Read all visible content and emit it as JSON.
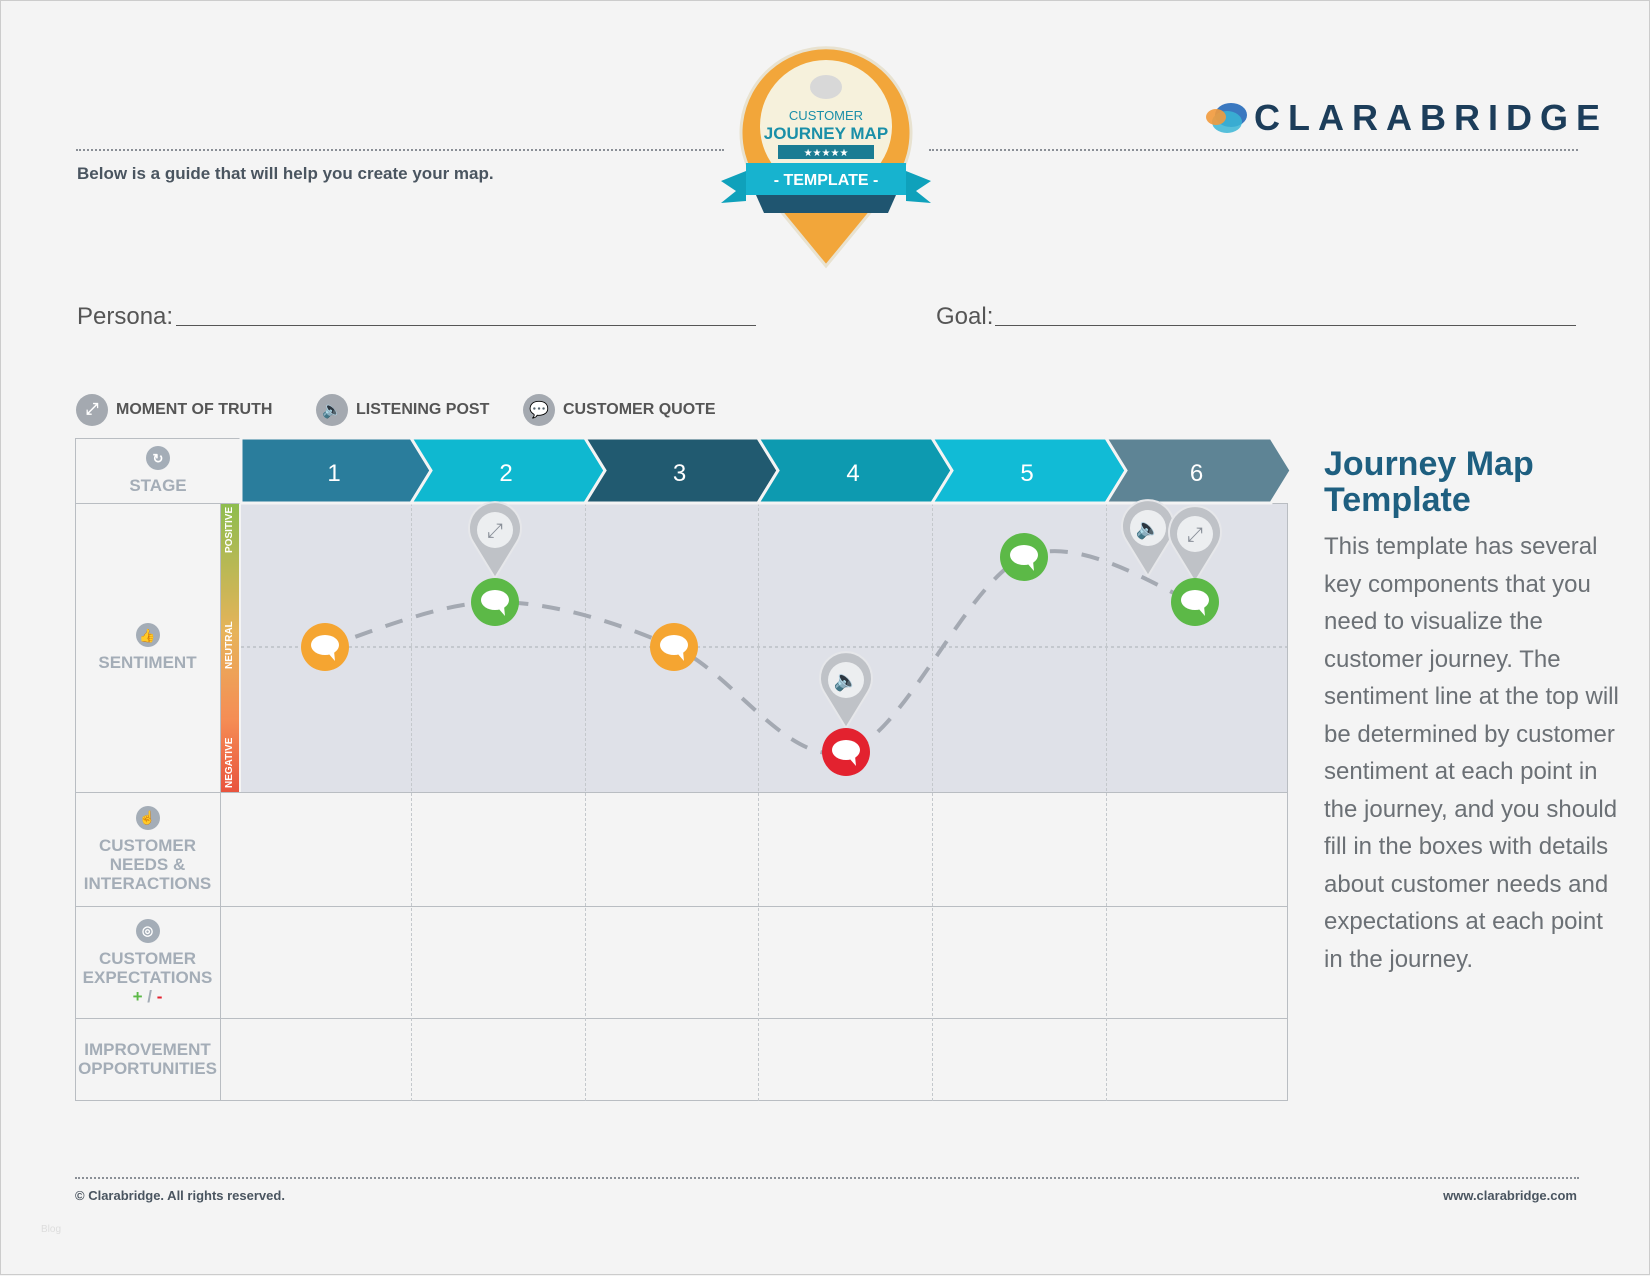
{
  "header": {
    "subtitle": "Below is a guide that will help you create your map.",
    "badge": {
      "line1": "CUSTOMER",
      "line2": "JOURNEY MAP",
      "stars": "★★★★★",
      "ribbon": "- TEMPLATE -"
    },
    "brand": "CLARABRIDGE"
  },
  "fields": {
    "persona_label": "Persona:",
    "goal_label": "Goal:"
  },
  "legend": [
    {
      "icon": "moment-of-truth-icon",
      "label": "MOMENT OF TRUTH"
    },
    {
      "icon": "listening-post-icon",
      "label": "LISTENING POST"
    },
    {
      "icon": "customer-quote-icon",
      "label": "CUSTOMER QUOTE"
    }
  ],
  "rows": {
    "stage": "STAGE",
    "sentiment": "SENTIMENT",
    "needs": [
      "CUSTOMER",
      "NEEDS &",
      "INTERACTIONS"
    ],
    "expectations": [
      "CUSTOMER",
      "EXPECTATIONS"
    ],
    "exp_plus": "+",
    "exp_slash": "/",
    "exp_minus": "-",
    "improvement": [
      "IMPROVEMENT",
      "OPPORTUNITIES"
    ]
  },
  "sentiment_scale": {
    "positive": "POSITIVE",
    "neutral": "NEUTRAL",
    "negative": "NEGATIVE"
  },
  "stages": [
    "1",
    "2",
    "3",
    "4",
    "5",
    "6"
  ],
  "stage_colors": [
    "#2a7d9c",
    "#0fb8d0",
    "#215a70",
    "#0d9ab0",
    "#11bbd6",
    "#5e8495"
  ],
  "chart_data": {
    "type": "line",
    "title": "Sentiment",
    "x": [
      1,
      2,
      3,
      4,
      5,
      6
    ],
    "ylim": [
      -1,
      1
    ],
    "values": [
      0,
      0.3,
      0,
      -0.7,
      0.6,
      0.3
    ],
    "point_colors": [
      "#f5a531",
      "#5cb947",
      "#f5a531",
      "#e3222f",
      "#5cb947",
      "#5cb947"
    ],
    "markers": [
      {
        "stage": 2,
        "type": "moment-of-truth"
      },
      {
        "stage": 4,
        "type": "listening-post"
      },
      {
        "stage": 6,
        "type": "listening-post"
      },
      {
        "stage": 6,
        "type": "moment-of-truth"
      }
    ]
  },
  "side": {
    "title": "Journey Map Template",
    "body": "This template has several key components that you need to visualize the customer journey. The sentiment line at the top will be determined by customer sentiment at each point in the journey, and you should fill in the boxes with details about customer needs and expectations at each point in the journey."
  },
  "footer": {
    "copyright": "© Clarabridge. All rights reserved.",
    "url": "www.clarabridge.com",
    "watermark": "Blog"
  }
}
